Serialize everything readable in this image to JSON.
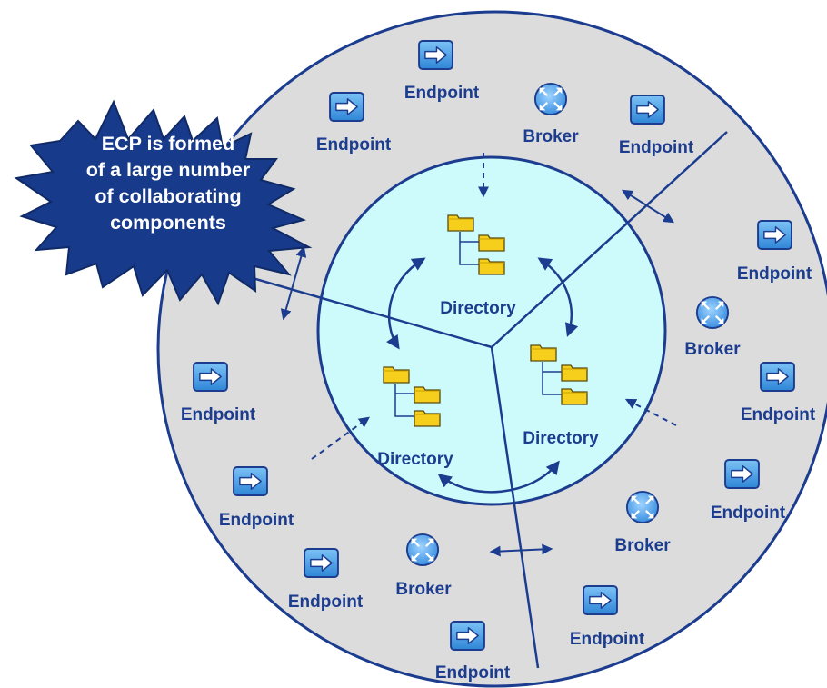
{
  "callout": {
    "lines": [
      "ECP is formed",
      "of a large number",
      "of collaborating",
      "components"
    ]
  },
  "labels": {
    "endpoint": "Endpoint",
    "broker": "Broker",
    "directory": "Directory"
  },
  "icons": {
    "endpoint": "arrow-right-icon",
    "broker": "broker-arrows-icon",
    "directory": "folder-tree-icon"
  },
  "colors": {
    "outer_ring": "#dcdcdc",
    "inner_circle": "#cdfafa",
    "stroke": "#1c3d8f",
    "endpoint_box": "#4fa3ea",
    "folder": "#f6cf1c",
    "callout_fill": "#173a8a"
  }
}
